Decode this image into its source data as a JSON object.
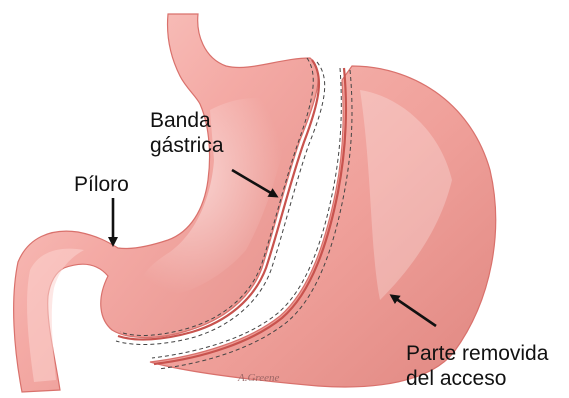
{
  "labels": {
    "banda_line1": "Banda",
    "banda_line2": "gástrica",
    "piloro": "Píloro",
    "parte_line1": "Parte removida",
    "parte_line2": "del acceso"
  },
  "signature": "A.Greene",
  "colors": {
    "tissue": "#f2a3a0",
    "tissue_light": "#fbd4cf",
    "tissue_dark": "#d9716c",
    "staple_line": "#555555",
    "arrow": "#111111"
  },
  "icons": {
    "arrows": "arrow-icon"
  }
}
